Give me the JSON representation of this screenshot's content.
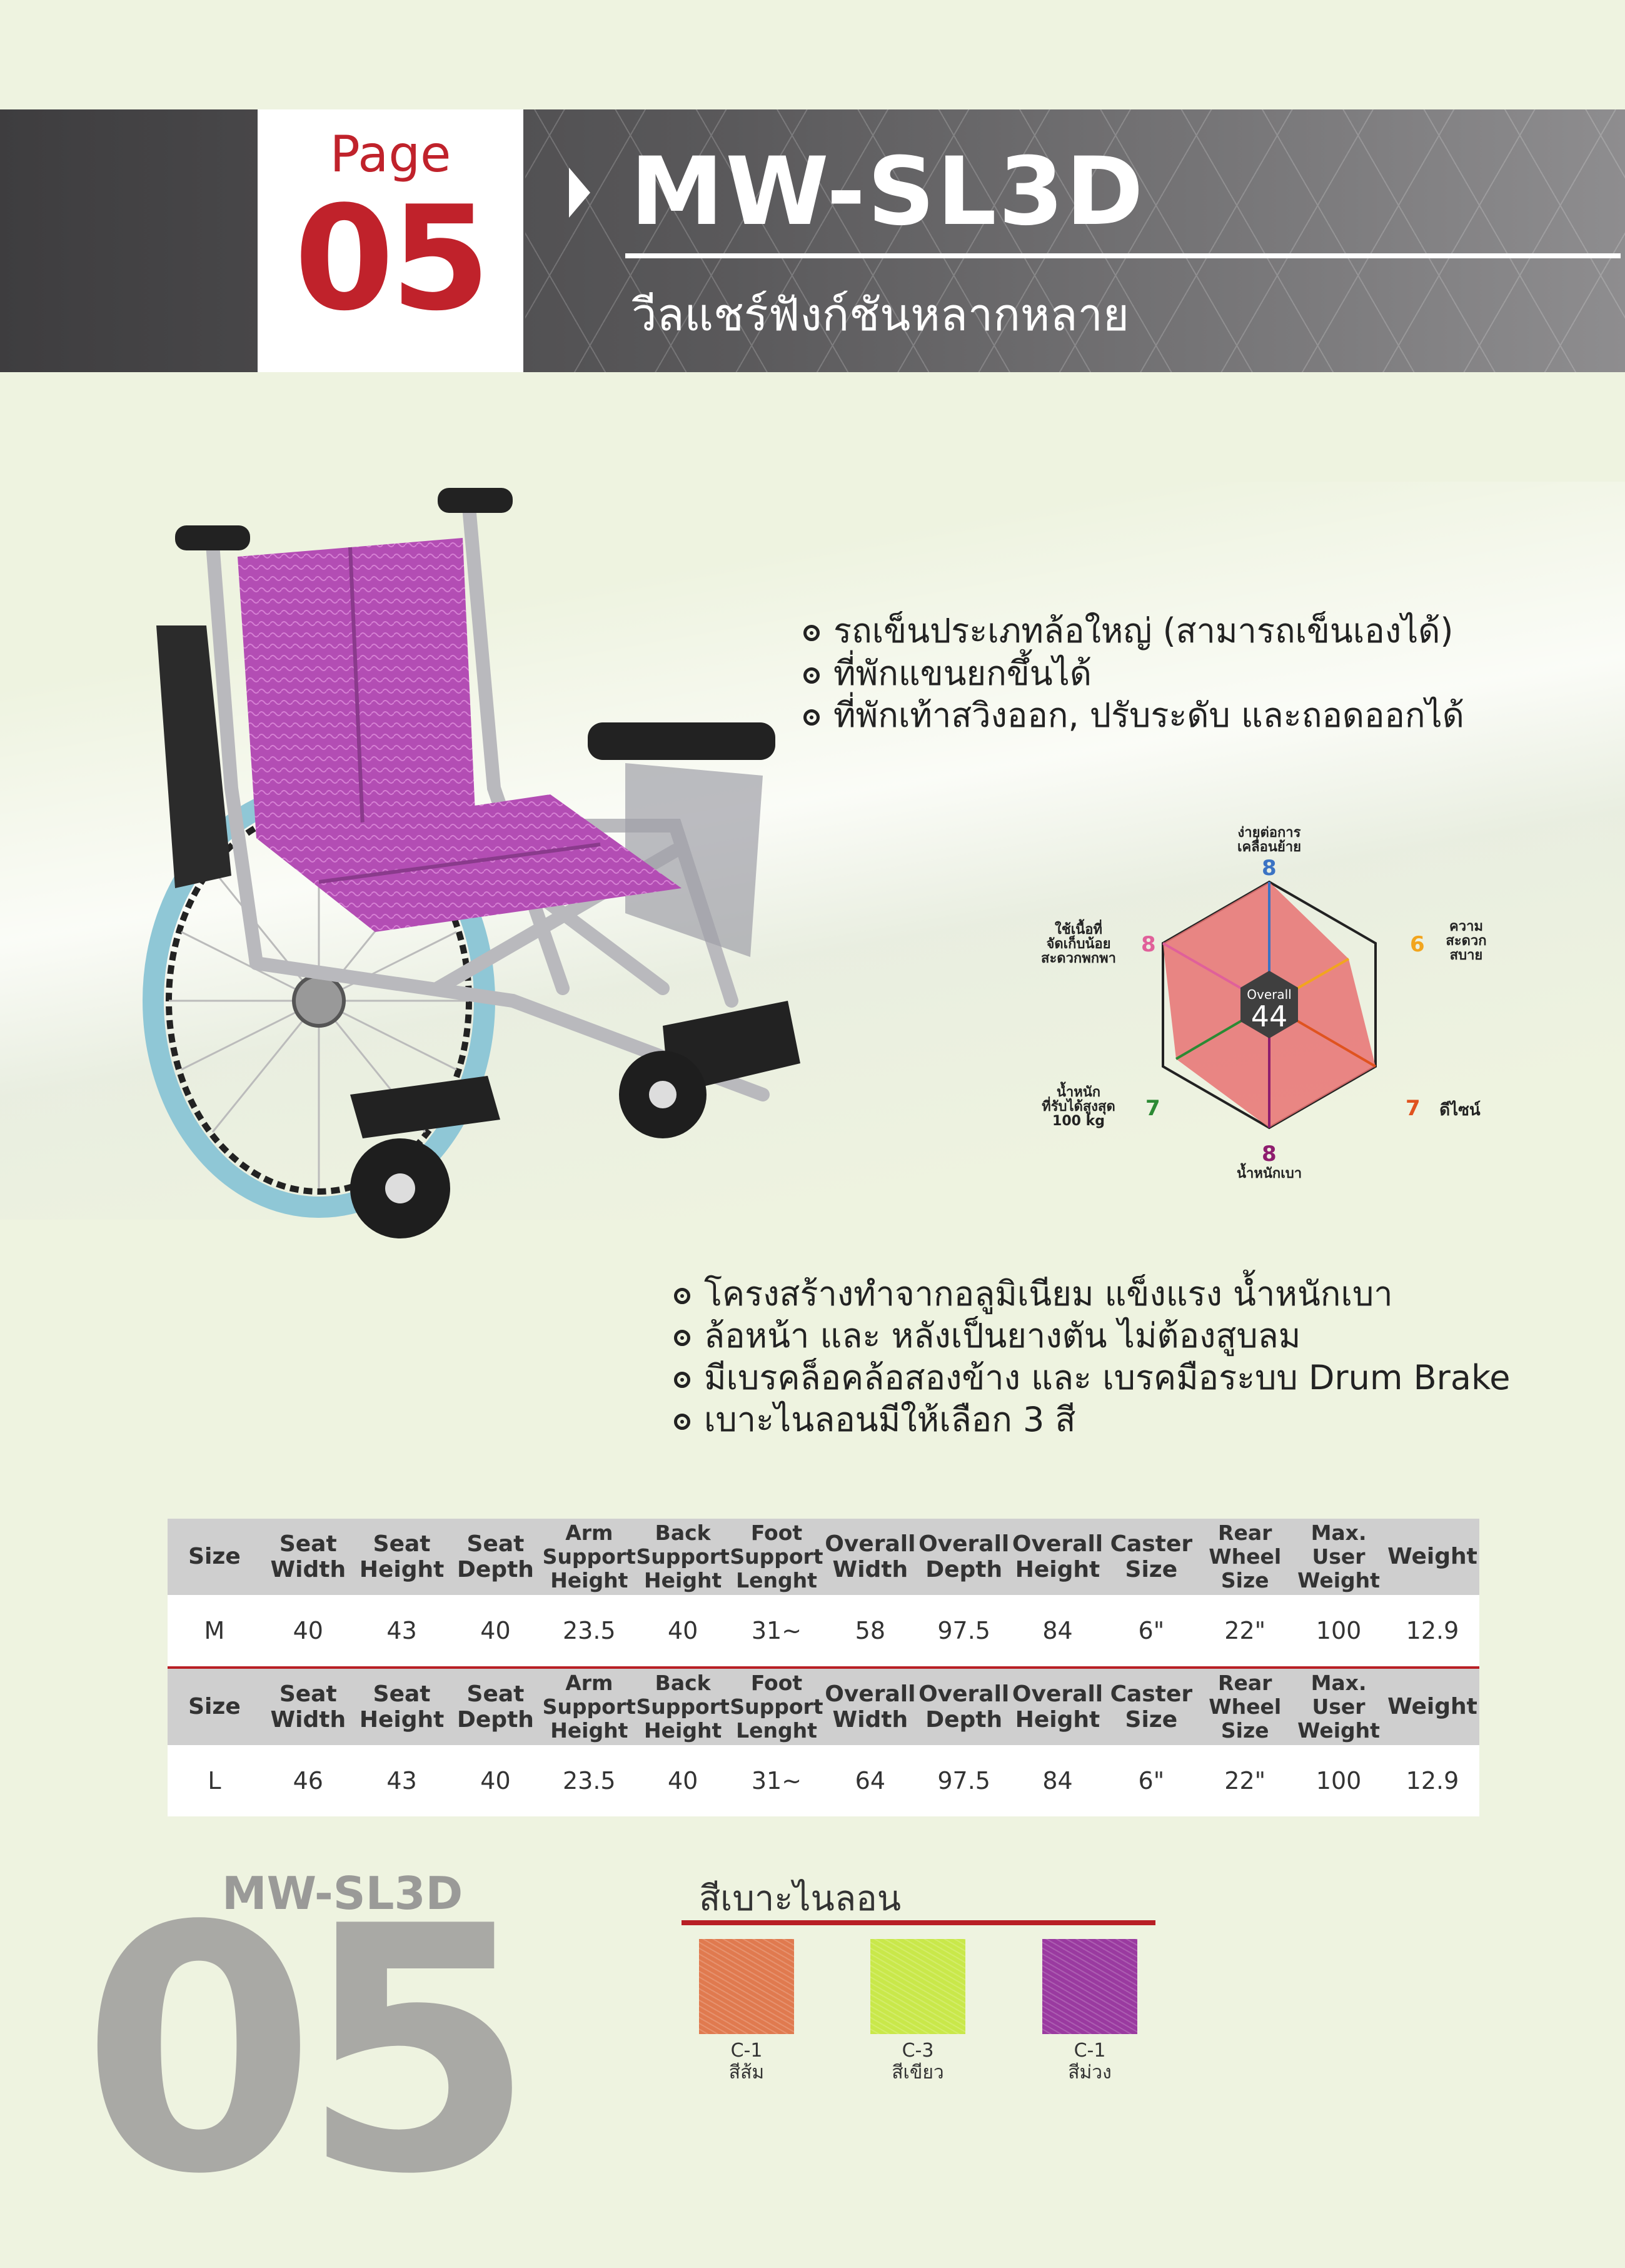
{
  "header": {
    "page_word": "Page",
    "page_number": "05",
    "model": "MW-SL3D",
    "subtitle": "วีลแชร์ฟังก์ชันหลากหลาย"
  },
  "features_top": [
    "รถเข็นประเภทล้อใหญ่ (สามารถเข็นเองได้)",
    "ที่พักแขนยกขึ้นได้",
    "ที่พักเท้าสวิงออก, ปรับระดับ และถอดออกได้"
  ],
  "features_bottom": [
    "โครงสร้างทำจากอลูมิเนียม แข็งแรง น้ำหนักเบา",
    "ล้อหน้า และ หลังเป็นยางตัน ไม่ต้องสูบลม",
    "มีเบรคล็อคล้อสองข้าง และ เบรคมือระบบ Drum Brake",
    "เบาะไนลอนมีให้เลือก 3 สี"
  ],
  "radar": {
    "overall_label": "Overall",
    "overall_value": "44",
    "axes": [
      {
        "label_1": "ง่ายต่อการ",
        "label_2": "เคลื่อนย้าย",
        "label_3": "",
        "value": "8",
        "color": "#3b73c4"
      },
      {
        "label_1": "ความ",
        "label_2": "สะดวก",
        "label_3": "สบาย",
        "value": "6",
        "color": "#f2a51e"
      },
      {
        "label_1": "ดีไซน์",
        "label_2": "",
        "label_3": "",
        "value": "7",
        "color": "#e0531f"
      },
      {
        "label_1": "น้ำหนักเบา",
        "label_2": "",
        "label_3": "",
        "value": "8",
        "color": "#8e1d6e"
      },
      {
        "label_1": "น้ำหนัก",
        "label_2": "ที่รับได้สูงสุด",
        "label_3": "100 kg",
        "value": "7",
        "color": "#2c8a34"
      },
      {
        "label_1": "ใช้เนื้อที่",
        "label_2": "จัดเก็บน้อย",
        "label_3": "สะดวกพกพา",
        "value": "8",
        "color": "#e0609a"
      }
    ]
  },
  "spec_headers": [
    [
      "Size"
    ],
    [
      "Seat",
      "Width"
    ],
    [
      "Seat",
      "Height"
    ],
    [
      "Seat",
      "Depth"
    ],
    [
      "Arm",
      "Support",
      "Height"
    ],
    [
      "Back",
      "Support",
      "Height"
    ],
    [
      "Foot",
      "Support",
      "Lenght"
    ],
    [
      "Overall",
      "Width"
    ],
    [
      "Overall",
      "Depth"
    ],
    [
      "Overall",
      "Height"
    ],
    [
      "Caster",
      "Size"
    ],
    [
      "Rear",
      "Wheel",
      "Size"
    ],
    [
      "Max.",
      "User",
      "Weight"
    ],
    [
      "Weight"
    ]
  ],
  "spec_rows": [
    [
      "M",
      "40",
      "43",
      "40",
      "23.5",
      "40",
      "31~",
      "58",
      "97.5",
      "84",
      "6\"",
      "22\"",
      "100",
      "12.9"
    ],
    [
      "L",
      "46",
      "43",
      "40",
      "23.5",
      "40",
      "31~",
      "64",
      "97.5",
      "84",
      "6\"",
      "22\"",
      "100",
      "12.9"
    ]
  ],
  "footer": {
    "model": "MW-SL3D",
    "big_number": "05",
    "colors_title": "สีเบาะไนลอน",
    "swatches": [
      {
        "code": "C-1",
        "name": "สีส้ม",
        "color": "#e07a4f"
      },
      {
        "code": "C-3",
        "name": "สีเขียว",
        "color": "#c9e84a"
      },
      {
        "code": "C-1",
        "name": "สีม่วง",
        "color": "#9a3aa0"
      }
    ]
  }
}
